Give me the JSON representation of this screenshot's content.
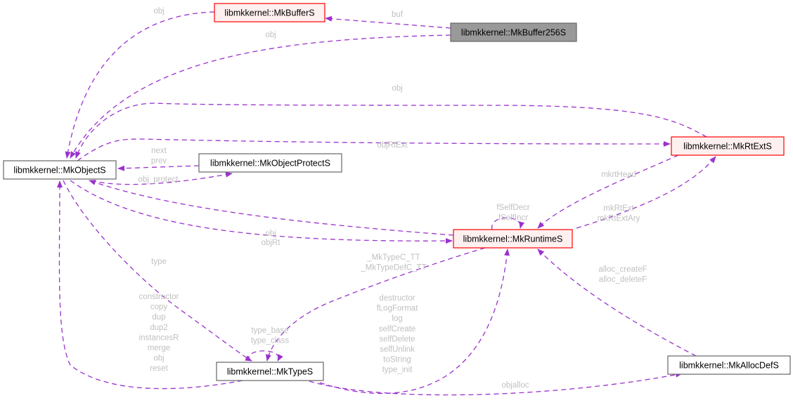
{
  "diagram": {
    "type": "collaboration-graph",
    "colors": {
      "edge": "#9a32cd",
      "edge_label": "#c0c0c0",
      "node_default_fill": "#ffffff",
      "node_default_border": "#666666",
      "node_incomplete_fill": "#fff0f0",
      "node_incomplete_border": "#ff0000",
      "node_focus_fill": "#999999",
      "node_focus_border": "#666666"
    },
    "nodes": [
      {
        "id": "MkBufferS",
        "label": "libmkkernel::MkBufferS",
        "style": "incomplete"
      },
      {
        "id": "MkBuffer256S",
        "label": "libmkkernel::MkBuffer256S",
        "style": "focus"
      },
      {
        "id": "MkObjectS",
        "label": "libmkkernel::MkObjectS",
        "style": "default"
      },
      {
        "id": "MkObjectProtectS",
        "label": "libmkkernel::MkObjectProtectS",
        "style": "default"
      },
      {
        "id": "MkRtExtS",
        "label": "libmkkernel::MkRtExtS",
        "style": "incomplete"
      },
      {
        "id": "MkRuntimeS",
        "label": "libmkkernel::MkRuntimeS",
        "style": "incomplete"
      },
      {
        "id": "MkTypeS",
        "label": "libmkkernel::MkTypeS",
        "style": "default"
      },
      {
        "id": "MkAllocDefS",
        "label": "libmkkernel::MkAllocDefS",
        "style": "default"
      }
    ],
    "edges": [
      {
        "from": "MkBufferS",
        "to": "MkObjectS",
        "labels": [
          "obj"
        ]
      },
      {
        "from": "MkBuffer256S",
        "to": "MkBufferS",
        "labels": [
          "buf"
        ]
      },
      {
        "from": "MkBuffer256S",
        "to": "MkObjectS",
        "labels": [
          "obj"
        ]
      },
      {
        "from": "MkRtExtS",
        "to": "MkObjectS",
        "labels": [
          "obj"
        ]
      },
      {
        "from": "MkObjectS",
        "to": "MkRtExtS",
        "labels": [
          "objRtExt"
        ]
      },
      {
        "from": "MkObjectProtectS",
        "to": "MkObjectS",
        "labels": [
          "next",
          "prev"
        ]
      },
      {
        "from": "MkObjectS",
        "to": "MkObjectProtectS",
        "labels": [
          "obj_protect"
        ]
      },
      {
        "from": "MkRuntimeS",
        "to": "MkObjectS",
        "labels": [
          "obj"
        ]
      },
      {
        "from": "MkObjectS",
        "to": "MkRuntimeS",
        "labels": [
          "objRt"
        ]
      },
      {
        "from": "MkRtExtS",
        "to": "MkRuntimeS",
        "labels": [
          "mkrtHead"
        ]
      },
      {
        "from": "MkRuntimeS",
        "to": "MkRtExtS",
        "labels": [
          "mkRtExt",
          "mkRtExtAry"
        ]
      },
      {
        "from": "MkRuntimeS",
        "to": "MkRuntimeS",
        "labels": [
          "fSelfDecr",
          "fSelfIncr"
        ]
      },
      {
        "from": "MkObjectS",
        "to": "MkTypeS",
        "labels": [
          "type"
        ]
      },
      {
        "from": "MkTypeS",
        "to": "MkObjectS",
        "labels": [
          "constructor",
          "copy",
          "dup",
          "dup2",
          "instancesR",
          "merge",
          "obj",
          "reset"
        ]
      },
      {
        "from": "MkRuntimeS",
        "to": "MkTypeS",
        "labels": [
          "_MkTypeC_TT",
          "_MkTypeDefC_TT"
        ]
      },
      {
        "from": "MkTypeS",
        "to": "MkTypeS",
        "labels": [
          "type_base",
          "type_class"
        ]
      },
      {
        "from": "MkTypeS",
        "to": "MkRuntimeS",
        "labels": [
          "destructor",
          "fLogFormat",
          "log",
          "selfCreate",
          "selfDelete",
          "selfUnlink",
          "toString",
          "type_init"
        ]
      },
      {
        "from": "MkAllocDefS",
        "to": "MkRuntimeS",
        "labels": [
          "alloc_createF",
          "alloc_deleteF"
        ]
      },
      {
        "from": "MkTypeS",
        "to": "MkAllocDefS",
        "labels": [
          "objalloc"
        ]
      }
    ]
  }
}
